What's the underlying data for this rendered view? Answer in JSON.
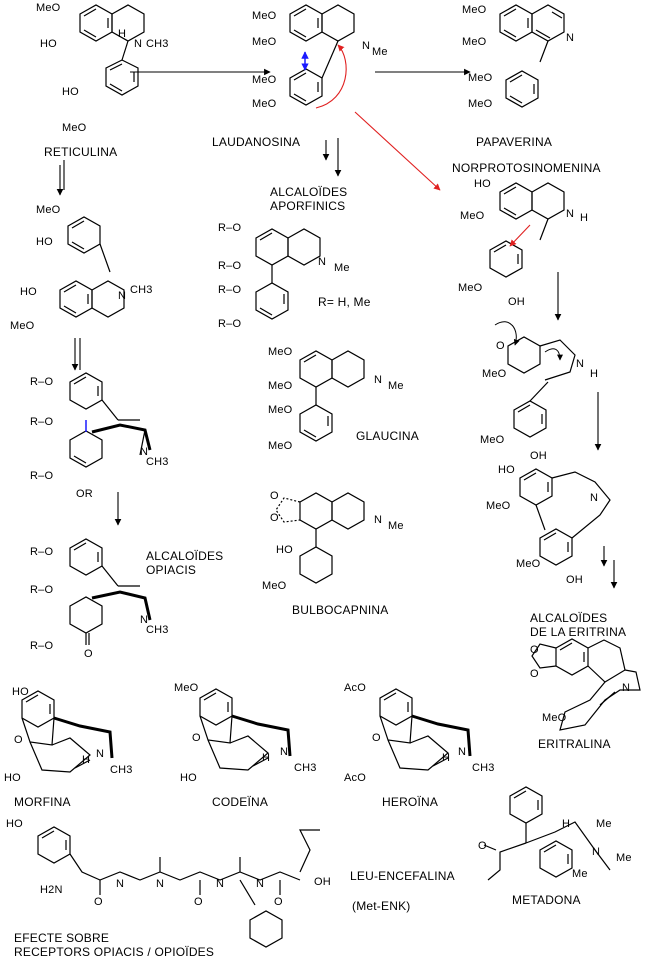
{
  "names": {
    "reticulina": "RETICULINA",
    "laudanosina": "LAUDANOSINA",
    "papaverina": "PAPAVERINA",
    "norprotosinomenina": "NORPROTOSINOMENINA",
    "glaucina": "GLAUCINA",
    "bulbocapnina": "BULBOCAPNINA",
    "eritralina": "ERITRALINA",
    "morfina": "MORFINA",
    "codeina": "CODEÏNA",
    "heroina": "HEROÏNA",
    "metadona": "METADONA",
    "leu_encefalina": "LEU-ENCEFALINA",
    "met_enk": "(Met-ENK)"
  },
  "class_labels": {
    "aporfinics_1": "ALCALOÏDES",
    "aporfinics_2": "APORFINICS",
    "opiacis_1": "ALCALOÏDES",
    "opiacis_2": "OPIACIS",
    "eritrina_1": "ALCALOÏDES",
    "eritrina_2": "DE LA ERITRINA",
    "effect_1": "EFECTE SOBRE",
    "effect_2": "RECEPTORS OPIACIS / OPIOÏDES",
    "r_note": "R= H, Me"
  },
  "atoms": {
    "meo": "MeO",
    "ho": "HO",
    "oh": "OH",
    "n": "N",
    "h": "H",
    "ch3": "CH3",
    "me": "Me",
    "ro": "R–O",
    "or": "OR",
    "o": "O",
    "aco": "AcO",
    "nh2": "H2N",
    "nh": "N",
    "oh_acid": "OH"
  },
  "colors": {
    "ink": "#000000",
    "blue_arrow": "#1a1aff",
    "red_arrow": "#e02020"
  }
}
